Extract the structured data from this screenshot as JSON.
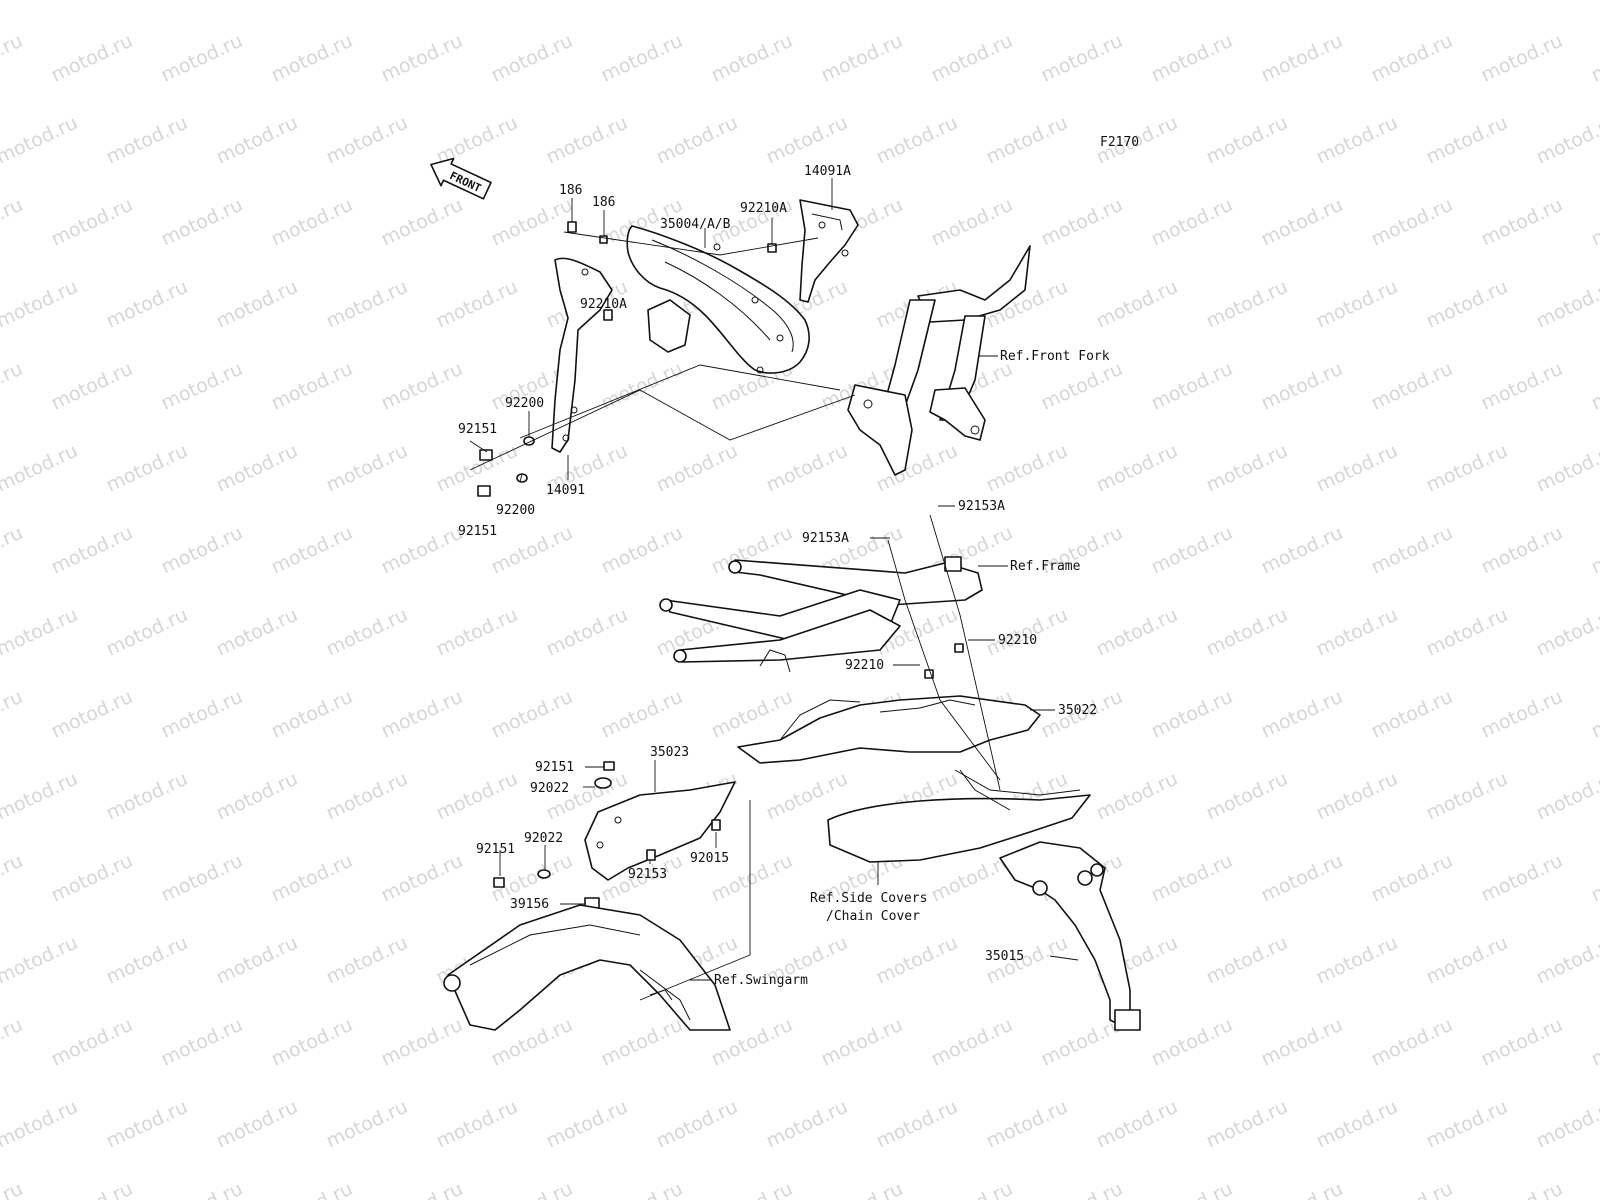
{
  "diagram_code": "F2170",
  "watermark_text": "motod.ru",
  "direction_arrow": "FRONT",
  "part_labels": {
    "p186a": "186",
    "p186b": "186",
    "p35004": "35004/A/B",
    "p92210A_top": "92210A",
    "p14091A": "14091A",
    "p92210A_mid": "92210A",
    "ref_front_fork": "Ref.Front Fork",
    "p92200_upper": "92200",
    "p92151_upper": "92151",
    "p14091": "14091",
    "p92200_lower": "92200",
    "p92151_lower": "92151",
    "p92153A_right": "92153A",
    "p92153A_left": "92153A",
    "ref_frame": "Ref.Frame",
    "p92210_right": "92210",
    "p92210_left": "92210",
    "p35022": "35022",
    "p92151_seat": "92151",
    "p35023": "35023",
    "p92022_upper": "92022",
    "p92151_low": "92151",
    "p92022_lower": "92022",
    "p92015": "92015",
    "p39156": "39156",
    "p92153": "92153",
    "ref_side_covers_1": "Ref.Side Covers",
    "ref_side_covers_2": "/Chain Cover",
    "p35015": "35015",
    "ref_swingarm": "Ref.Swingarm"
  }
}
